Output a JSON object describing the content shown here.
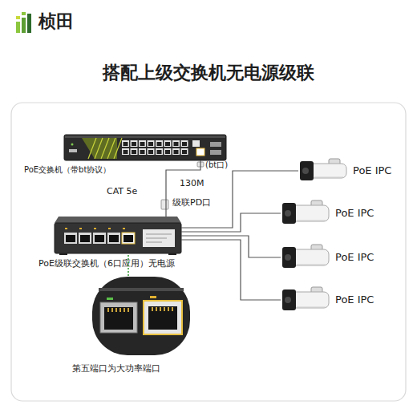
{
  "diagram": {
    "title": "搭配上级交换机无电源级联",
    "nodes": [
      {
        "text": [
          "PoE交换机（带bt协议）"
        ]
      },
      {
        "text": [
          "PoE级联交换机（6口应用）无电源"
        ]
      },
      {
        "text": [
          "第五端口为大功率端口"
        ]
      },
      {
        "text": [
          "PoE IPC"
        ]
      },
      {
        "text": [
          "PoE IPC"
        ]
      },
      {
        "text": [
          "PoE IPC"
        ]
      },
      {
        "text": [
          "PoE IPC"
        ]
      }
    ],
    "edges": [
      {
        "from": 0,
        "to": 1,
        "label": "130M",
        "arrow": "none"
      },
      {
        "from": 1,
        "to": 2,
        "arrow": "none"
      },
      {
        "from": 1,
        "to": 3,
        "arrow": "none"
      },
      {
        "from": 1,
        "to": 4,
        "arrow": "none"
      },
      {
        "from": 1,
        "to": 5,
        "arrow": "none"
      },
      {
        "from": 1,
        "to": 6,
        "arrow": "none"
      }
    ],
    "labels": [
      "桢田",
      "(bt口)",
      "CAT 5e",
      "级联PD口"
    ]
  }
}
